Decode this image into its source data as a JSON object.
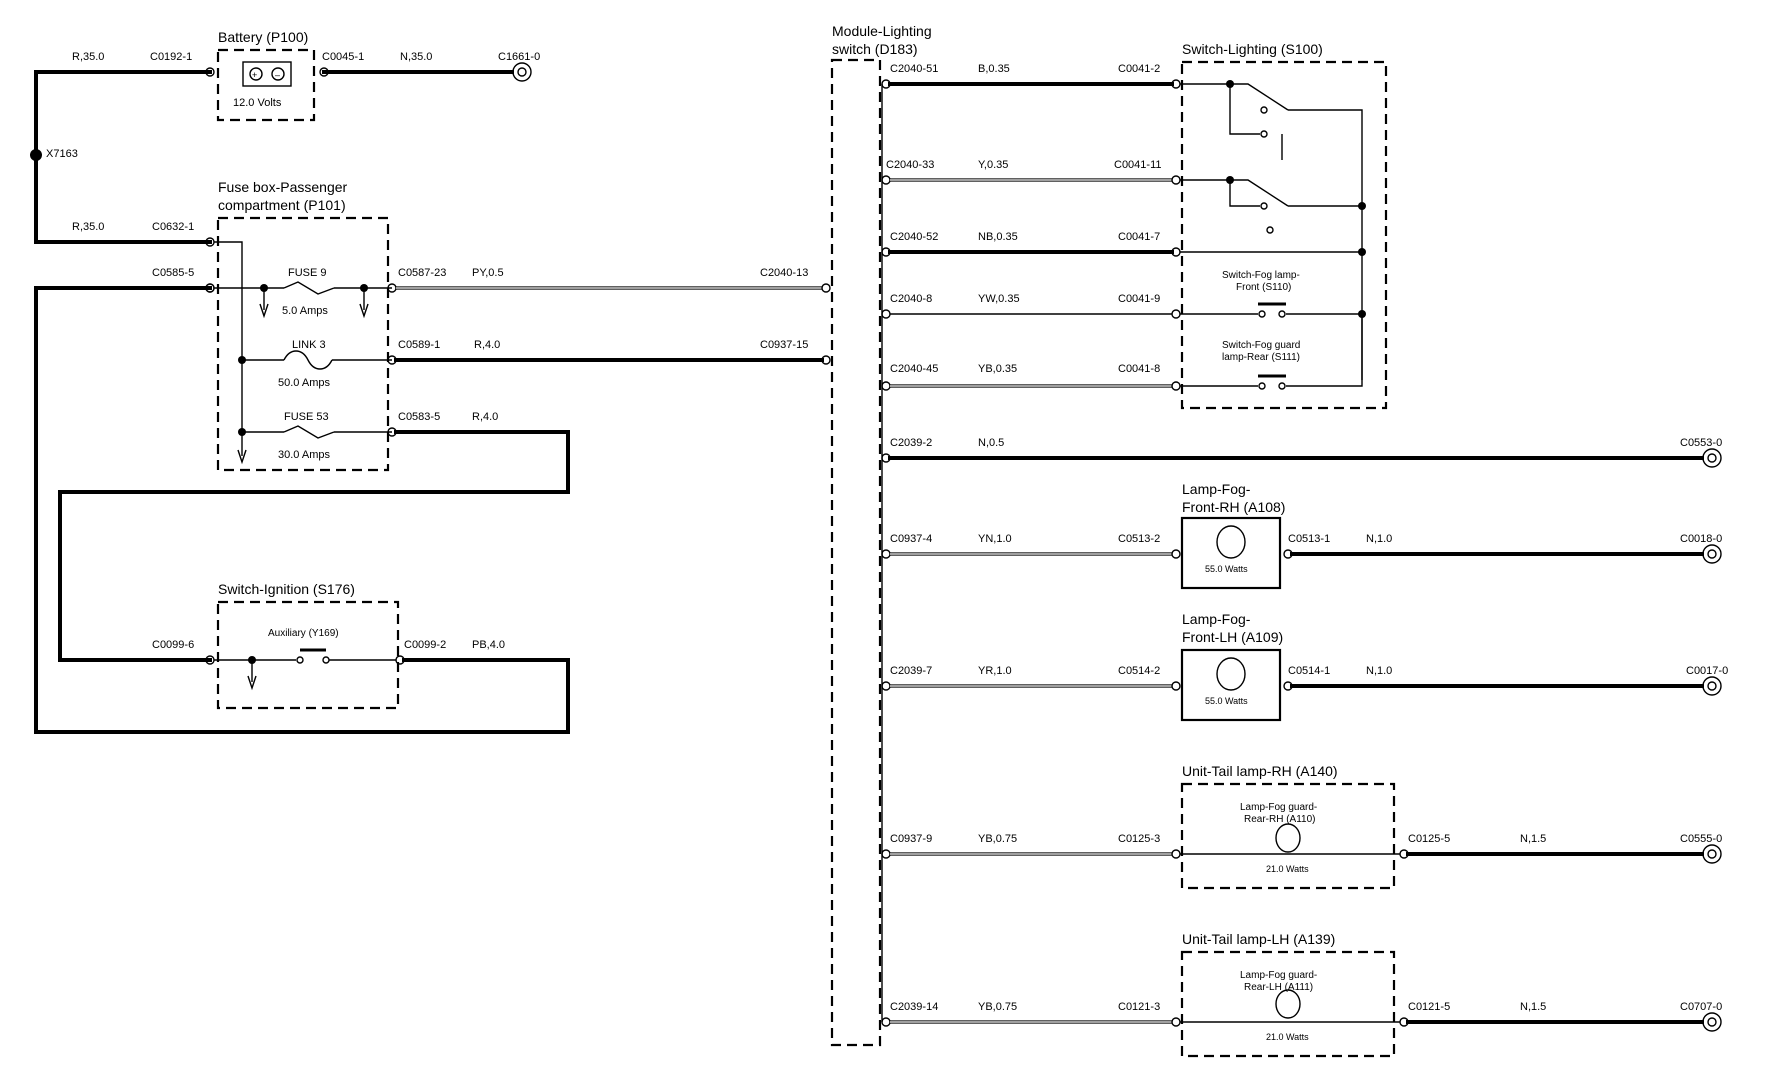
{
  "components": {
    "battery": {
      "title": "Battery (P100)",
      "label": "12.0 Volts"
    },
    "fusebox": {
      "title_line1": "Fuse box-Passenger",
      "title_line2": "compartment (P101)"
    },
    "fuse9": {
      "name": "FUSE 9",
      "rating": "5.0 Amps"
    },
    "link3": {
      "name": "LINK 3",
      "rating": "50.0 Amps"
    },
    "fuse53": {
      "name": "FUSE 53",
      "rating": "30.0 Amps"
    },
    "ignition": {
      "title": "Switch-Ignition (S176)",
      "contact": "Auxiliary (Y169)"
    },
    "module": {
      "title_line1": "Module-Lighting",
      "title_line2": "switch (D183)"
    },
    "switch_lighting": {
      "title": "Switch-Lighting (S100)"
    },
    "fog_front_switch": {
      "line1": "Switch-Fog lamp-",
      "line2": "Front (S110)"
    },
    "fog_rear_switch": {
      "line1": "Switch-Fog guard",
      "line2": "lamp-Rear (S111)"
    },
    "lamp_front_rh": {
      "title_line1": "Lamp-Fog-",
      "title_line2": "Front-RH (A108)",
      "rating": "55.0 Watts"
    },
    "lamp_front_lh": {
      "title_line1": "Lamp-Fog-",
      "title_line2": "Front-LH (A109)",
      "rating": "55.0 Watts"
    },
    "tail_rh": {
      "title": "Unit-Tail lamp-RH (A140)",
      "inner_line1": "Lamp-Fog guard-",
      "inner_line2": "Rear-RH (A110)",
      "rating": "21.0 Watts"
    },
    "tail_lh": {
      "title": "Unit-Tail lamp-LH (A139)",
      "inner_line1": "Lamp-Fog guard-",
      "inner_line2": "Rear-LH (A111)",
      "rating": "21.0 Watts"
    }
  },
  "splice": "X7163",
  "left_wires": {
    "c0192_1": "C0192-1",
    "r35_top": "R,35.0",
    "c0045_1": "C0045-1",
    "n35": "N,35.0",
    "c1661_0": "C1661-0",
    "c0632_1": "C0632-1",
    "r35_mid": "R,35.0",
    "c0585_5": "C0585-5",
    "c0587_23": "C0587-23",
    "py05": "PY,0.5",
    "c2040_13": "C2040-13",
    "c0589_1": "C0589-1",
    "r40_a": "R,4.0",
    "c0937_15": "C0937-15",
    "c0583_5": "C0583-5",
    "r40_b": "R,4.0",
    "c0099_6": "C0099-6",
    "c0099_2": "C0099-2",
    "pb40": "PB,4.0"
  },
  "switch_wires": [
    {
      "from": "C2040-51",
      "color": "B,0.35",
      "to": "C0041-2"
    },
    {
      "from": "C2040-33",
      "color": "Y,0.35",
      "to": "C0041-11"
    },
    {
      "from": "C2040-52",
      "color": "NB,0.35",
      "to": "C0041-7"
    },
    {
      "from": "C2040-8",
      "color": "YW,0.35",
      "to": "C0041-9"
    },
    {
      "from": "C2040-45",
      "color": "YB,0.35",
      "to": "C0041-8"
    }
  ],
  "ground_wire": {
    "from": "C2039-2",
    "color": "N,0.5",
    "to": "C0553-0"
  },
  "lamp_wires": [
    {
      "from": "C0937-4",
      "color": "YN,1.0",
      "in": "C0513-2",
      "out": "C0513-1",
      "ground_color": "N,1.0",
      "to": "C0018-0"
    },
    {
      "from": "C2039-7",
      "color": "YR,1.0",
      "in": "C0514-2",
      "out": "C0514-1",
      "ground_color": "N,1.0",
      "to": "C0017-0"
    },
    {
      "from": "C0937-9",
      "color": "YB,0.75",
      "in": "C0125-3",
      "out": "C0125-5",
      "ground_color": "N,1.5",
      "to": "C0555-0"
    },
    {
      "from": "C2039-14",
      "color": "YB,0.75",
      "in": "C0121-3",
      "out": "C0121-5",
      "ground_color": "N,1.5",
      "to": "C0707-0"
    }
  ]
}
